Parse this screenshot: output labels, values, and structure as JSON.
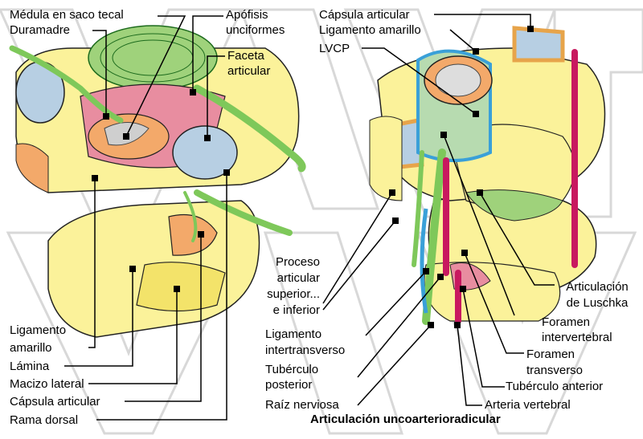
{
  "left_figure": {
    "labels": {
      "medula": "Médula en saco tecal",
      "duramadre": "Duramadre",
      "apofisis_1": "Apófisis",
      "apofisis_2": "unciformes",
      "faceta_1": "Faceta",
      "faceta_2": "articular",
      "ligamento_1": "Ligamento",
      "ligamento_2": "amarillo",
      "lamina": "Lámina",
      "macizo": "Macizo lateral",
      "capsula": "Cápsula articular",
      "rama": "Rama dorsal"
    }
  },
  "right_figure": {
    "labels": {
      "capsula": "Cápsula articular",
      "ligamento": "Ligamento amarillo",
      "lvcp": "LVCP",
      "proceso_1": "Proceso",
      "proceso_2": "articular",
      "proceso_3": "superior...",
      "proceso_4": "e inferior",
      "intertrans_1": "Ligamento",
      "intertrans_2": "intertransverso",
      "tuberculo_post_1": "Tubérculo",
      "tuberculo_post_2": "posterior",
      "raiz": "Raíz nerviosa",
      "luschka_1": "Articulación",
      "luschka_2": "de Luschka",
      "foramen_iv_1": "Foramen",
      "foramen_iv_2": "intervertebral",
      "foramen_t_1": "Foramen",
      "foramen_t_2": "transverso",
      "tuberculo_ant": "Tubérculo anterior",
      "arteria": "Arteria vertebral"
    },
    "caption": "Articulación uncoarterioradicular"
  },
  "colors": {
    "bone": "#fbf29a",
    "bone_dark": "#f3e36a",
    "cartilage": "#b7cfe3",
    "nerve": "#7ec85a",
    "artery": "#c8195f",
    "ligament": "#f3a96a",
    "dura": "#e88da0",
    "watermark": "#dcdcdc"
  }
}
